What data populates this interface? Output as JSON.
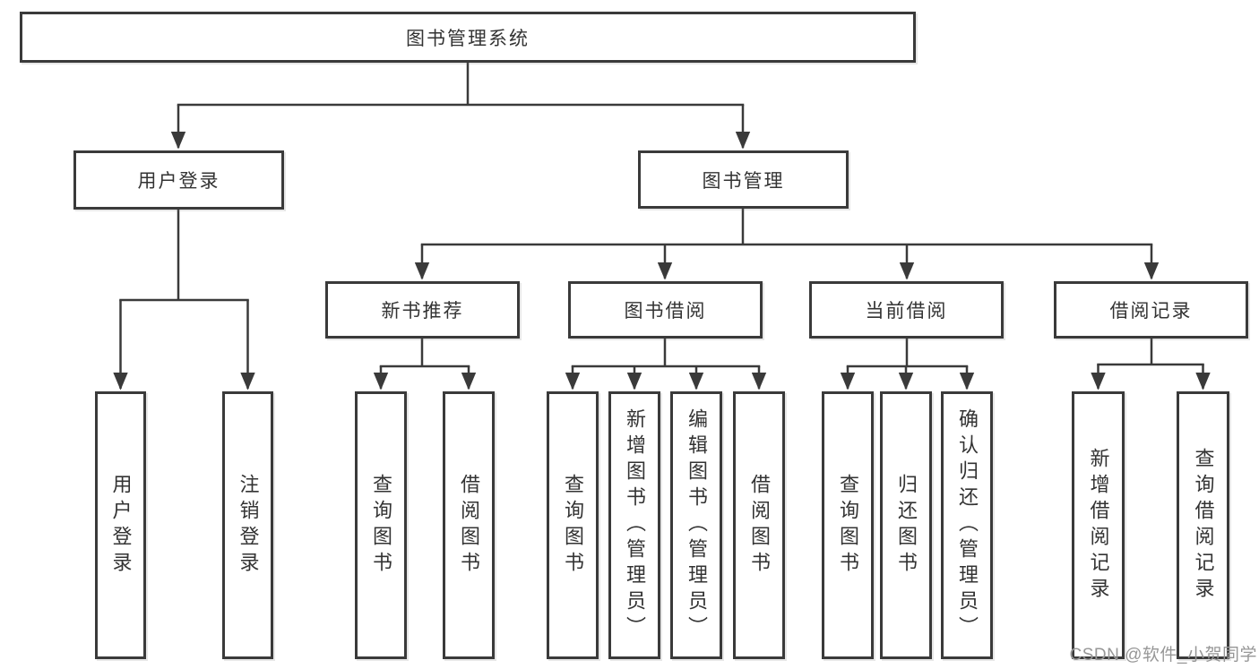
{
  "diagram": {
    "nodes": {
      "root": "图书管理系统",
      "user_login": "用户登录",
      "book_mgmt": "图书管理",
      "new_books": "新书推荐",
      "book_borrow": "图书借阅",
      "current_borrow": "当前借阅",
      "borrow_records": "借阅记录",
      "leaf_user_login": "用户登录",
      "leaf_logout": "注销登录",
      "nb_query_books": "查询图书",
      "nb_borrow_books": "借阅图书",
      "bb_query_books": "查询图书",
      "bb_add_books": "新增图书（管理员）",
      "bb_edit_books": "编辑图书（管理员）",
      "bb_borrow_books": "借阅图书",
      "cb_query_books": "查询图书",
      "cb_return_books": "归还图书",
      "cb_confirm_return": "确认归还（管理员）",
      "br_add_record": "新增借阅记录",
      "br_query_record": "查询借阅记录"
    },
    "tree": {
      "label": "图书管理系统",
      "children": [
        {
          "label": "用户登录",
          "children": [
            {
              "label": "用户登录"
            },
            {
              "label": "注销登录"
            }
          ]
        },
        {
          "label": "图书管理",
          "children": [
            {
              "label": "新书推荐",
              "children": [
                {
                  "label": "查询图书"
                },
                {
                  "label": "借阅图书"
                }
              ]
            },
            {
              "label": "图书借阅",
              "children": [
                {
                  "label": "查询图书"
                },
                {
                  "label": "新增图书（管理员）"
                },
                {
                  "label": "编辑图书（管理员）"
                },
                {
                  "label": "借阅图书"
                }
              ]
            },
            {
              "label": "当前借阅",
              "children": [
                {
                  "label": "查询图书"
                },
                {
                  "label": "归还图书"
                },
                {
                  "label": "确认归还（管理员）"
                }
              ]
            },
            {
              "label": "借阅记录",
              "children": [
                {
                  "label": "新增借阅记录"
                },
                {
                  "label": "查询借阅记录"
                }
              ]
            }
          ]
        }
      ]
    },
    "colors": {
      "line": "#3a3a3a",
      "box_border": "#3a3a3a",
      "text": "#333333",
      "watermark": "#979797",
      "background": "#ffffff"
    }
  },
  "watermark": "CSDN @软件_小贺同学"
}
